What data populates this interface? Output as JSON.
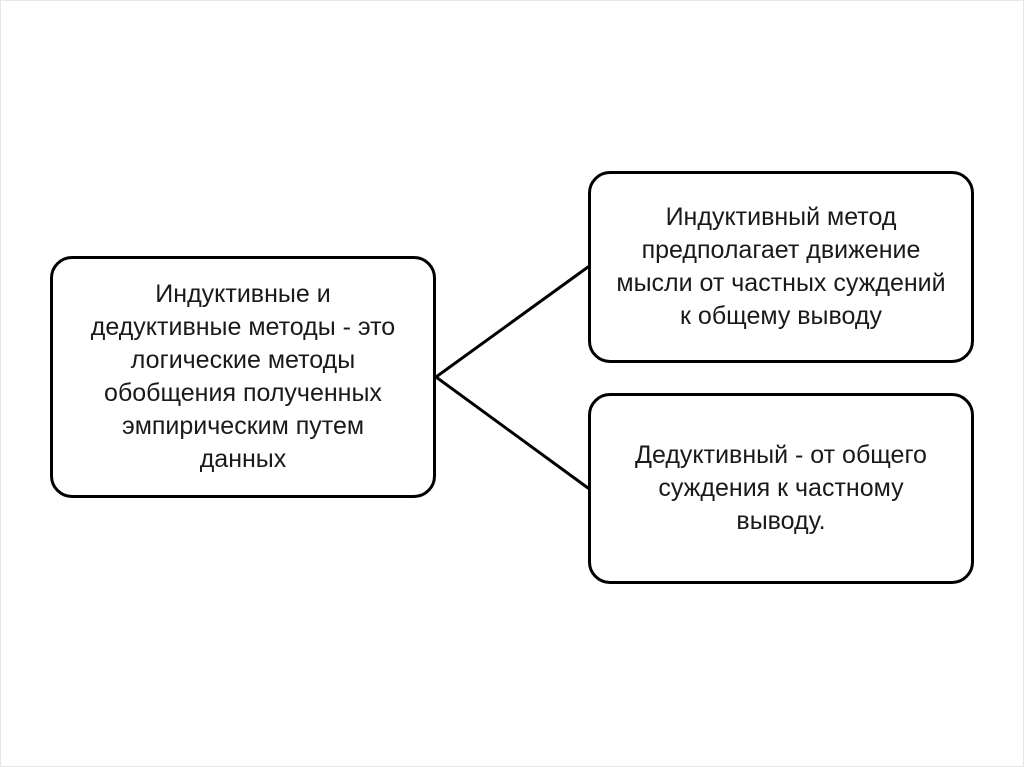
{
  "diagram": {
    "main_box": {
      "text": "Индуктивные и\nдедуктивные методы - это\nлогические методы\nобобщения полученных\nэмпирическим путем\nданных"
    },
    "inductive_box": {
      "text": "Индуктивный метод\nпредполагает движение\nмысли от частных суждений\nк общему выводу"
    },
    "deductive_box": {
      "text": "Дедуктивный - от общего\nсуждения к частному\nвыводу."
    },
    "connections": [
      {
        "from": "main_box",
        "to": "inductive_box"
      },
      {
        "from": "main_box",
        "to": "deductive_box"
      }
    ],
    "colors": {
      "stroke": "#000000",
      "text": "#1a1a1a",
      "background": "#ffffff"
    }
  }
}
